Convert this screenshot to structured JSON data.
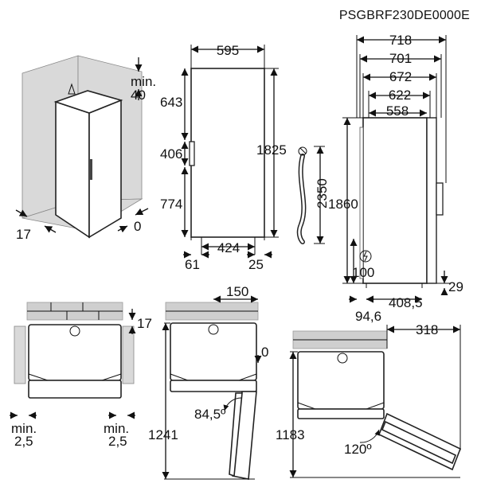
{
  "model_code": "PSGBRF230DE0000E",
  "iso_view": {
    "top_clearance": "min.",
    "top_clearance_value": "40",
    "left_value": "17",
    "right_value": "0"
  },
  "front_view": {
    "width": "595",
    "upper": "643",
    "handle": "406",
    "lower": "774",
    "height": "1825",
    "bottom_mid": "424",
    "bottom_left": "61",
    "bottom_right": "25"
  },
  "cable": {
    "length": "2350"
  },
  "side_view": {
    "d1": "718",
    "d2": "701",
    "d3": "672",
    "d4": "622",
    "d5": "558",
    "height": "1860",
    "bottom_h": "100",
    "foot_depth": "408,5",
    "foot_off": "94,6",
    "foot_h": "29"
  },
  "top_view_1": {
    "wall": "17",
    "left_label": "min.",
    "left_value": "2,5",
    "right_label": "min.",
    "right_value": "2,5"
  },
  "top_view_2": {
    "offset": "150",
    "gap": "0",
    "angle": "84,5º",
    "depth": "1241"
  },
  "top_view_3": {
    "width": "318",
    "angle": "120º",
    "depth": "1183"
  }
}
